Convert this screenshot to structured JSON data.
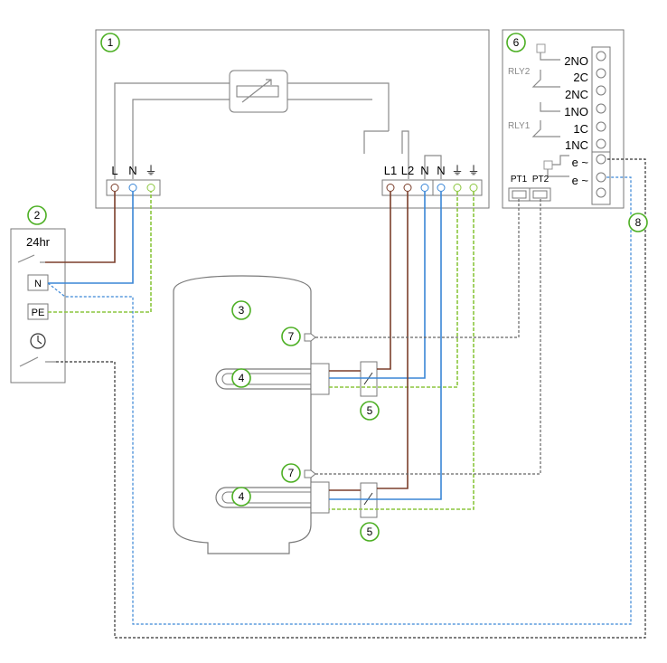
{
  "badges": {
    "controller": "1",
    "timer": "2",
    "cylinder": "3",
    "immersion_top": "4",
    "immersion_bottom": "4",
    "thermostat_top": "5",
    "thermostat_bottom": "5",
    "relay_board": "6",
    "sensor_top": "7",
    "sensor_bottom": "7",
    "sensor_cable": "8"
  },
  "controller": {
    "input_terminals": [
      "L",
      "N",
      "⏚"
    ],
    "output_terminals": [
      "L1",
      "L2",
      "N",
      "N",
      "⏚",
      "⏚"
    ]
  },
  "timer": {
    "title": "24hr",
    "terminal_n": "N",
    "terminal_pe": "PE"
  },
  "relay_board": {
    "relay2_label": "RLY2",
    "relay1_label": "RLY1",
    "terminals": [
      "2NO",
      "2C",
      "2NC",
      "1NO",
      "1C",
      "1NC",
      "e ~",
      "e ~"
    ],
    "probe_labels": [
      "PT1",
      "PT2"
    ]
  },
  "colors": {
    "live": "#7b3f2b",
    "neutral": "#3a86d6",
    "earth": "#8cc63f",
    "badge_ring": "#4caf23"
  }
}
